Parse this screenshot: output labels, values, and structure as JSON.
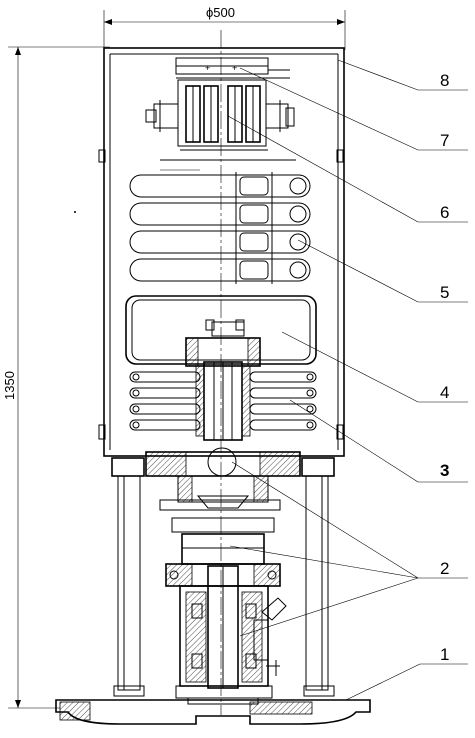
{
  "dimensions": {
    "top_diameter": "ϕ500",
    "overall_height": "1350"
  },
  "callouts": [
    {
      "label": "8"
    },
    {
      "label": "7"
    },
    {
      "label": "6"
    },
    {
      "label": "5"
    },
    {
      "label": "4"
    },
    {
      "label": "3"
    },
    {
      "label": "2"
    },
    {
      "label": "1"
    }
  ]
}
